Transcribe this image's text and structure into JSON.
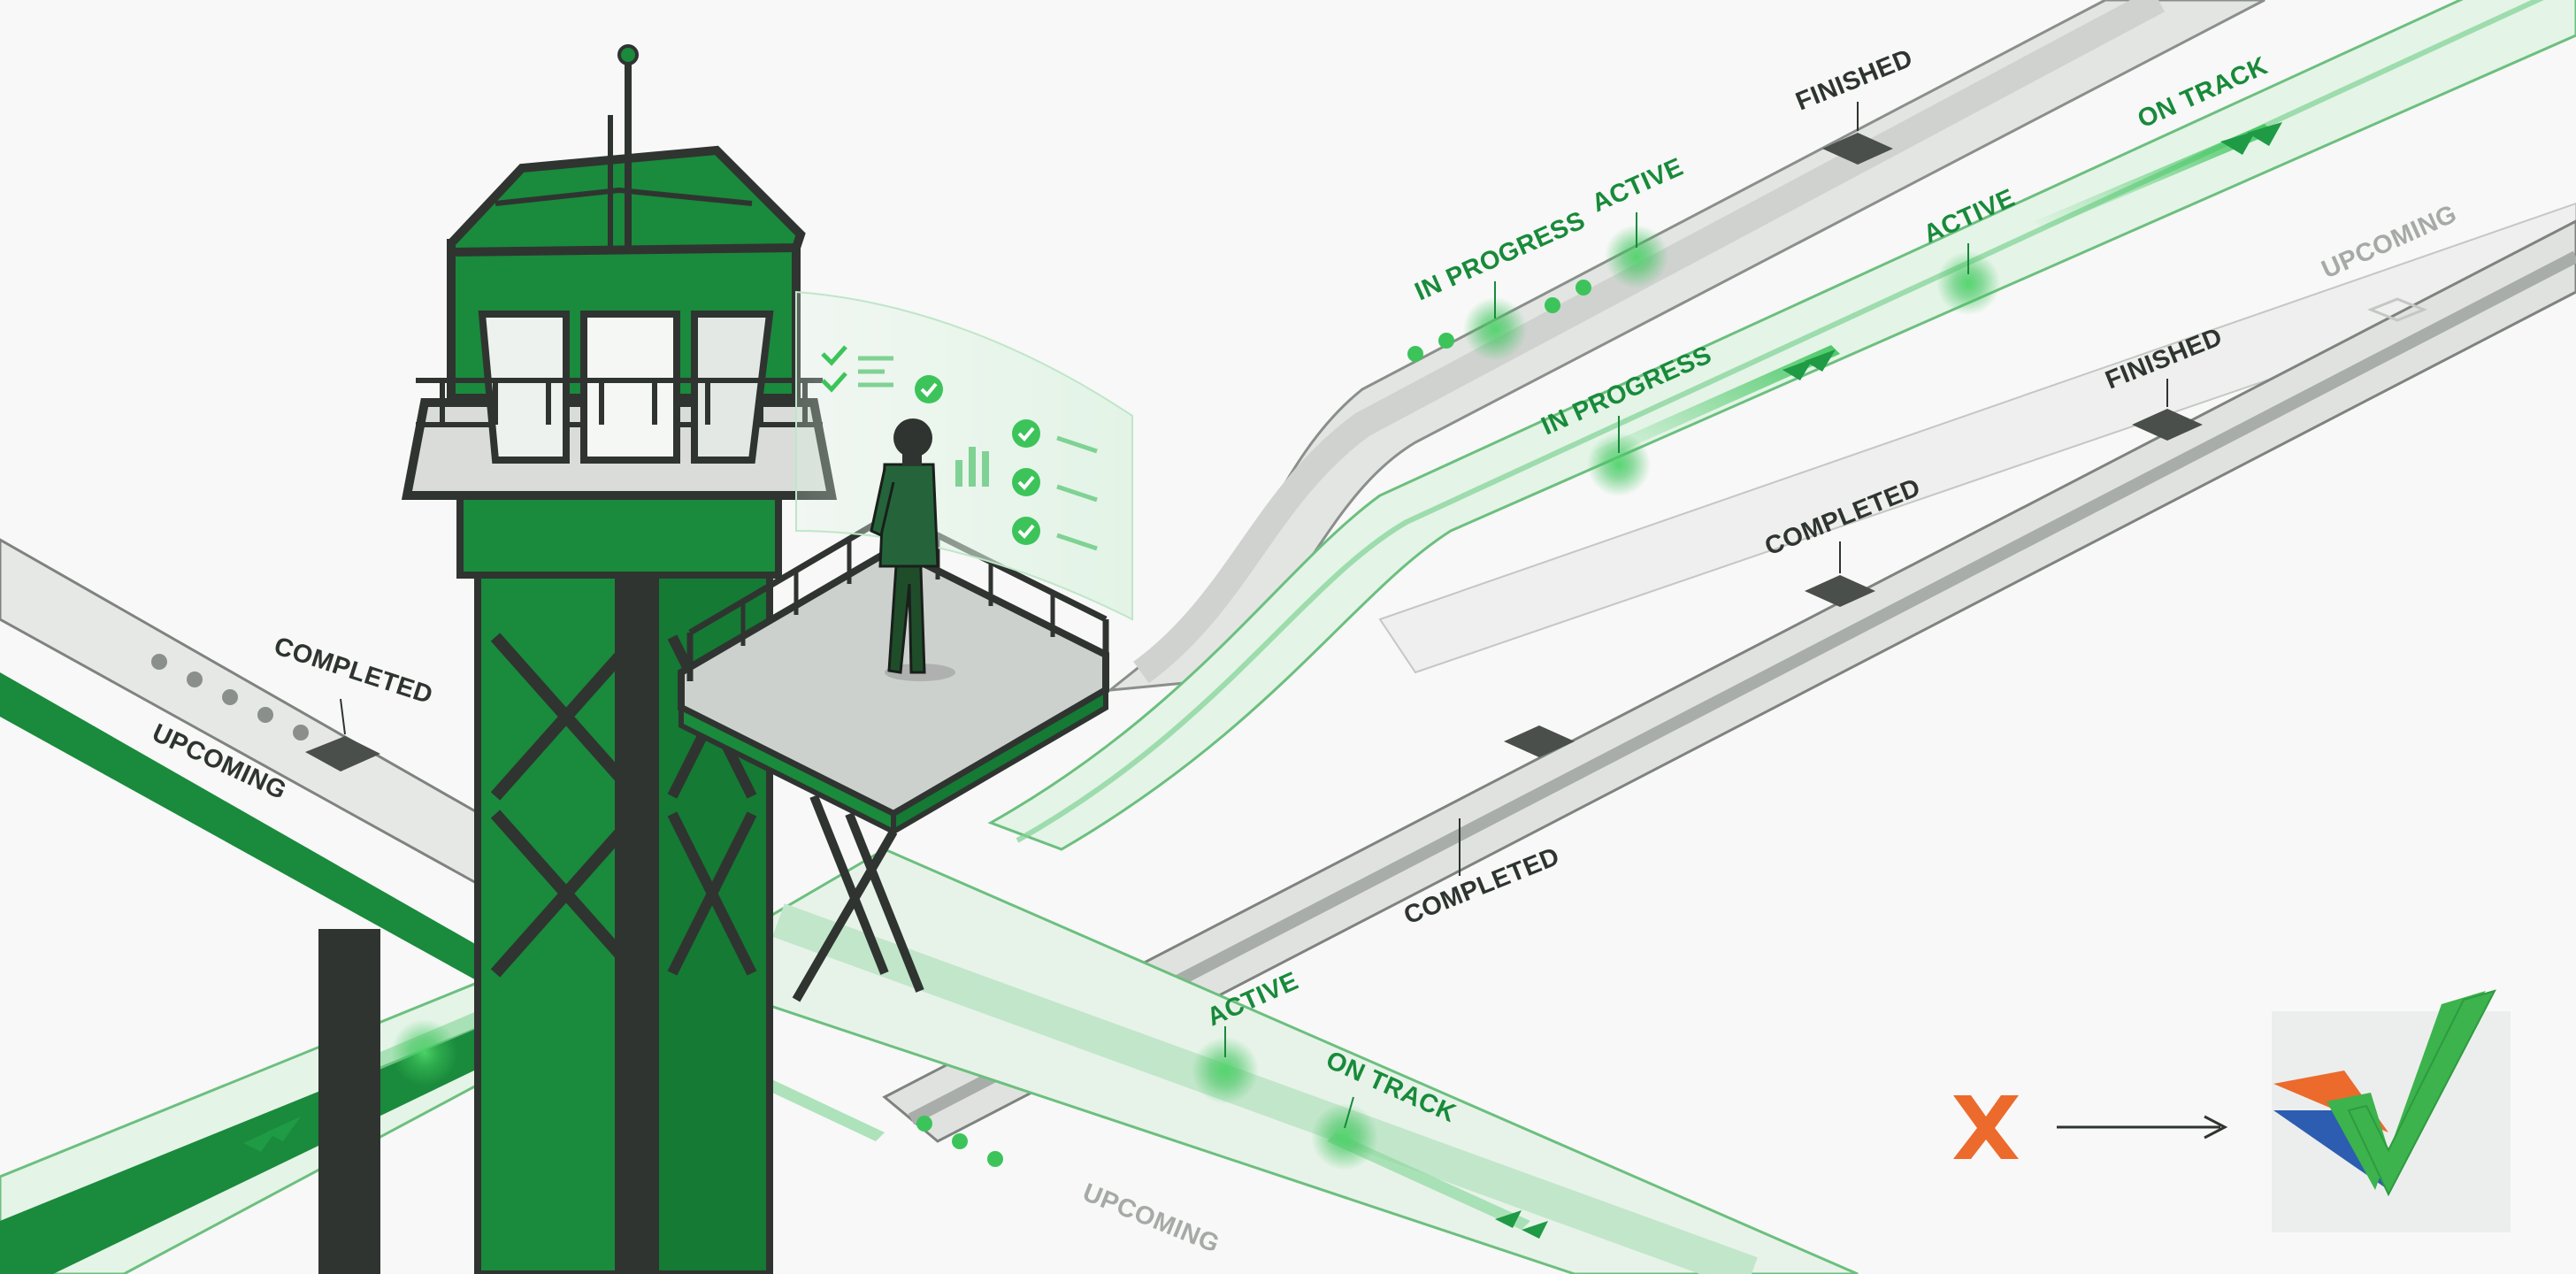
{
  "labels": {
    "completed_left": "COMPLETED",
    "upcoming_left": "UPCOMING",
    "in_progress_top": "IN PROGRESS",
    "active_top": "ACTIVE",
    "finished_top": "FINISHED",
    "on_track_top": "ON TRACK",
    "active_mid": "ACTIVE",
    "upcoming_right": "UPCOMING",
    "in_progress_mid": "IN PROGRESS",
    "finished_right": "FINISHED",
    "completed_mid": "COMPLETED",
    "completed_lower": "COMPLETED",
    "active_bottom": "ACTIVE",
    "on_track_bottom": "ON TRACK",
    "upcoming_bottom": "UPCOMING"
  },
  "icons": {
    "cross": "x-mark-icon",
    "arrow": "arrow-right-icon",
    "check": "checkmark-logo-icon"
  },
  "colors": {
    "brand_green": "#1a8a3c",
    "bright_green": "#3cc45a",
    "tower_dark": "#2f3431",
    "road_grey": "#dcdedc",
    "accent_orange": "#ec6a2c",
    "accent_blue": "#2c5db1",
    "panel_grey": "#eceeed"
  }
}
